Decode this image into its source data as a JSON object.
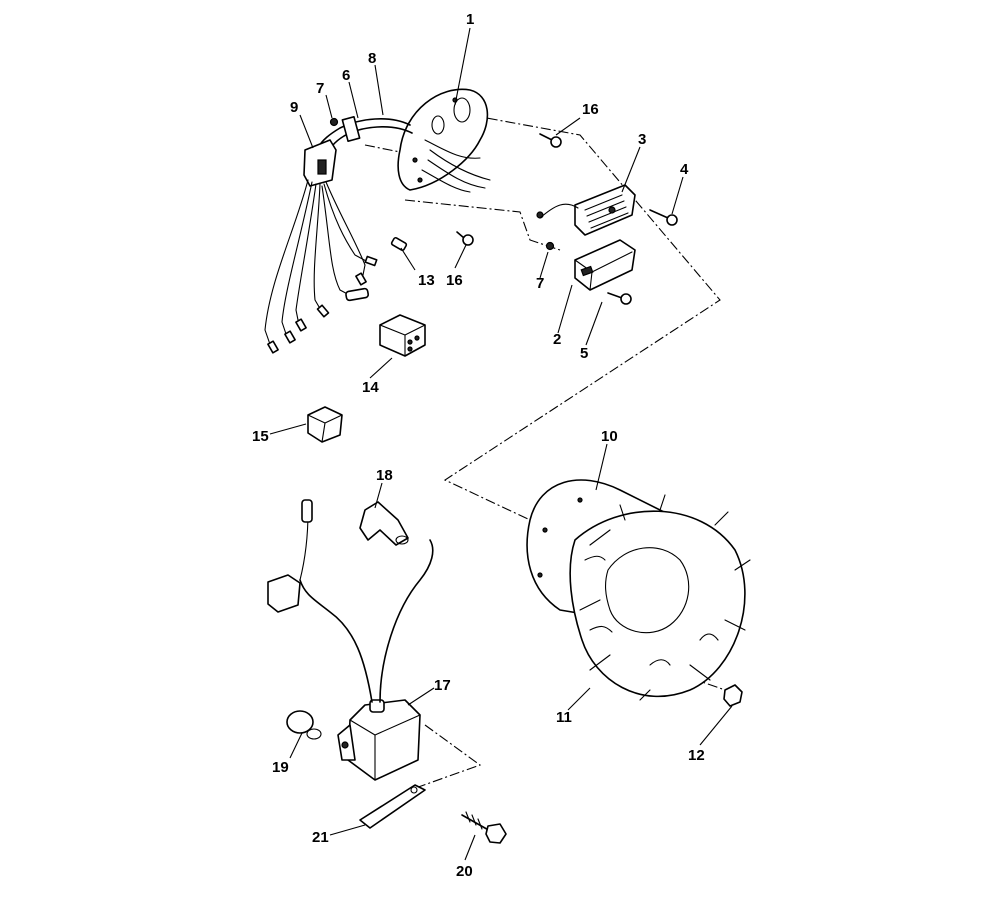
{
  "callouts": {
    "c1": "1",
    "c2": "2",
    "c3": "3",
    "c4": "4",
    "c5": "5",
    "c6": "6",
    "c7a": "7",
    "c7b": "7",
    "c8": "8",
    "c9": "9",
    "c10": "10",
    "c11": "11",
    "c12": "12",
    "c13": "13",
    "c14": "14",
    "c15": "15",
    "c16a": "16",
    "c16b": "16",
    "c17": "17",
    "c18": "18",
    "c19": "19",
    "c20": "20",
    "c21": "21"
  }
}
